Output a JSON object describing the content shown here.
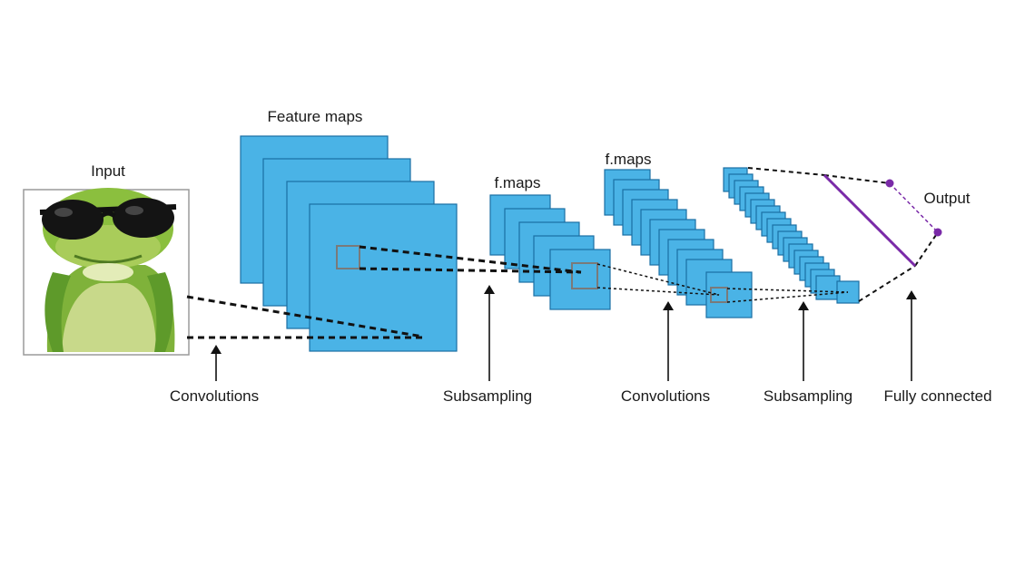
{
  "labels": {
    "input": "Input",
    "feature_maps": "Feature maps",
    "fmaps_1": "f.maps",
    "fmaps_2": "f.maps",
    "output": "Output",
    "convolutions_1": "Convolutions",
    "subsampling_1": "Subsampling",
    "convolutions_2": "Convolutions",
    "subsampling_2": "Subsampling",
    "fully_connected": "Fully connected"
  },
  "colors": {
    "map_fill": "#4ab3e6",
    "map_stroke": "#1a6fa3",
    "output_node": "#7a2aa8",
    "frame": "#9a9a9a"
  },
  "input_image": {
    "subject": "frog-with-sunglasses",
    "icon": "frog-image"
  }
}
